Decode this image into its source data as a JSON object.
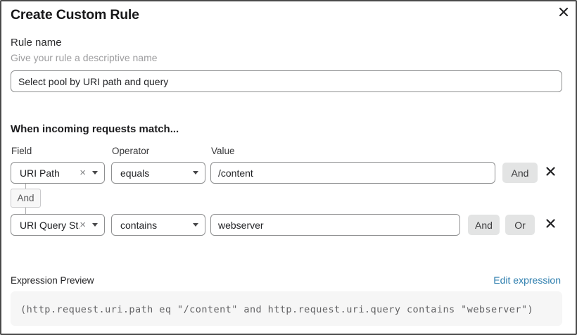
{
  "modal": {
    "title": "Create Custom Rule"
  },
  "rule_name": {
    "label": "Rule name",
    "hint": "Give your rule a descriptive name",
    "value": "Select pool by URI path and query"
  },
  "matcher": {
    "heading": "When incoming requests match...",
    "columns": {
      "field": "Field",
      "operator": "Operator",
      "value": "Value"
    },
    "rows": [
      {
        "field": "URI Path",
        "operator": "equals",
        "value": "/content",
        "clear_icon": "×",
        "buttons": [
          "And"
        ]
      },
      {
        "field": "URI Query St...",
        "operator": "contains",
        "value": "webserver",
        "clear_icon": "×",
        "buttons": [
          "And",
          "Or"
        ]
      }
    ],
    "connector_label": "And"
  },
  "expression": {
    "label": "Expression Preview",
    "edit_link": "Edit expression",
    "code": "(http.request.uri.path eq \"/content\" and http.request.uri.query contains \"webserver\")"
  },
  "colors": {
    "link_blue": "#2d7eae",
    "button_gray": "#e3e4e4",
    "border_gray": "#8f9091",
    "modal_border": "#4a4a4a",
    "code_bg": "#f6f6f6"
  }
}
